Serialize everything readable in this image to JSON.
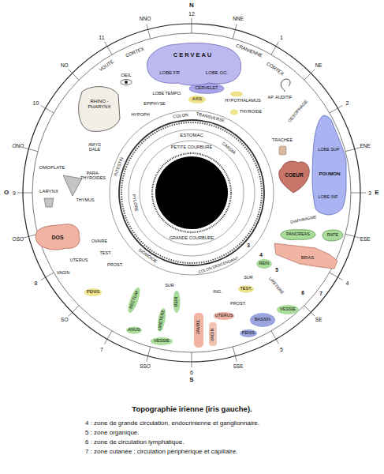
{
  "diagram": {
    "title": "Topographie irienne (iris gauche).",
    "nodes": [
      {
        "text": [
          "CERVEAU",
          "LOBE FR",
          "LOBE OC."
        ]
      },
      {
        "text": [
          "LOBE SUP",
          "POUMON",
          "LOBE INF"
        ]
      },
      {
        "text": [
          "COEUR"
        ]
      },
      {
        "text": [
          "PANCREAS"
        ]
      },
      {
        "text": [
          "RATE"
        ]
      },
      {
        "text": [
          "DOS"
        ]
      }
    ],
    "labels": [
      "N",
      "12",
      "NNE",
      "1",
      "NE",
      "2",
      "ENE",
      "3",
      "E",
      "ESE",
      "4",
      "SE",
      "5",
      "SSE",
      "6",
      "S",
      "SSO",
      "7",
      "SO",
      "8",
      "OSO",
      "9",
      "O",
      "ONO",
      "10",
      "NO",
      "11",
      "NNO",
      "VOUTE",
      "CORTEX",
      "CRANIENNE",
      "CORTEX",
      "CERVELET",
      "LOBE TEMPO.",
      "AXIS",
      "EPIPHYSE",
      "HYPOPH",
      "HYPOTHALAMUS",
      "THYROIDE",
      "OEIL",
      "RHINO -PHARYNX",
      "AP. AUDITIF",
      "OESOPHAGE",
      "TRACHEE",
      "DIAPHRAGME",
      "BRAS",
      "URETERE",
      "VESSIE",
      "REIN",
      "SUR",
      "TEST.",
      "ING.",
      "PROST.",
      "UTERUS",
      "BASSIN",
      "PENIS",
      "VAGIN",
      "JAMBE",
      "3",
      "4",
      "5",
      "6",
      "7",
      "SIGMOIDE",
      "COLON",
      "TRANSVERSE",
      "COLON DESCENDANT",
      "ESTOMAC",
      "PETITE COURBURE",
      "GRANDE COURBURE",
      "CARDIA",
      "PYLORE",
      "INTESTIN",
      "OMOPLATE",
      "LARYNX",
      "PARA- THYROIDES",
      "THYMUS",
      "AMYG DALE",
      "OVAIRE",
      "TEST.",
      "UTERUS",
      "PROST.",
      "VAGIN",
      "PENIS",
      "RECTUM",
      "ANUS",
      "SUR",
      "REIN",
      "URETERE",
      "VESSIE",
      "4 : zone de grande circulation, endocrinienne et ganglionnaire.",
      "5 : zone organique.",
      "6 : zone de circulation lymphatique.",
      "7 : zone cutanée ; circulation périphérique et capillaire."
    ]
  }
}
